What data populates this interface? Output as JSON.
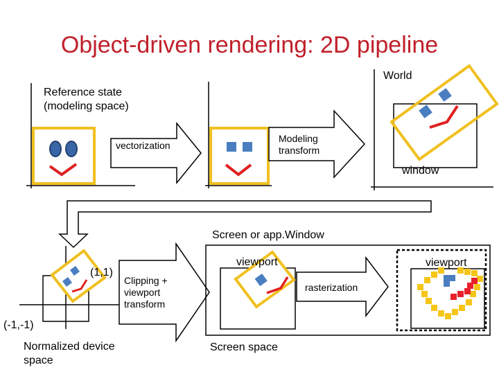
{
  "title": "Object-driven rendering: 2D pipeline",
  "labels": {
    "world": "World",
    "reference_line1": "Reference state",
    "reference_line2": "(modeling space)",
    "vectorization": "vectorization",
    "modeling_transform_line1": "Modeling",
    "modeling_transform_line2": "transform",
    "window": "window",
    "screen_or_appwindow": "Screen or app.Window",
    "coord_pos": "(1,1)",
    "coord_neg": "(-1,-1)",
    "clipping_line1": "Clipping +",
    "clipping_line2": "viewport",
    "clipping_line3": "transform",
    "normalized_line1": "Normalized device",
    "normalized_line2": "space",
    "viewport_left": "viewport",
    "rasterization": "rasterization",
    "viewport_right": "viewport",
    "screen_space": "Screen space"
  },
  "colors": {
    "title": "#c0202a",
    "frame_yellow": "#f0c020",
    "shape_blue": "#4a7ec0",
    "shape_red": "#e02020",
    "eye_fill": "#3a66a8",
    "eye_stroke": "#24416e",
    "pixel_yellow": "#f5c518",
    "pixel_red": "#e8202a"
  }
}
